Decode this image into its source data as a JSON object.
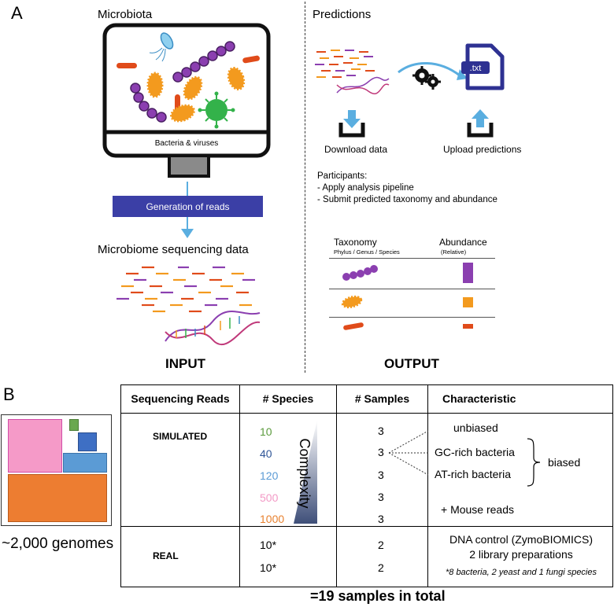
{
  "panel_a": {
    "letter": "A",
    "input": {
      "title": "Microbiota",
      "screen_caption": "Bacteria & viruses",
      "generation_label": "Generation of reads",
      "data_title": "Microbiome sequencing data",
      "footer": "INPUT"
    },
    "output": {
      "title": "Predictions",
      "file_ext": ".txt",
      "download_label": "Download data",
      "upload_label": "Upload predictions",
      "participants": [
        "Participants:",
        "- Apply analysis pipeline",
        "- Submit predicted taxonomy and abundance"
      ],
      "taxonomy_title": "Taxonomy",
      "taxonomy_sub": "Phylus / Genus / Species",
      "abundance_title": "Abundance",
      "abundance_sub": "(Relative)",
      "rows": [
        {
          "organism": "purple chain bacterium",
          "color": "#8b3fb0",
          "abundance": 1.0
        },
        {
          "organism": "orange spiky bacterium",
          "color": "#f39a1e",
          "abundance": 0.5
        },
        {
          "organism": "red rod bacterium",
          "color": "#e04b1a",
          "abundance": 0.25
        }
      ],
      "footer": "OUTPUT"
    }
  },
  "panel_b": {
    "letter": "B",
    "genomes_label": "~2,000 genomes",
    "treemap": [
      {
        "size": 10,
        "color": "#6aa84f"
      },
      {
        "size": 40,
        "color": "#3e6fc4"
      },
      {
        "size": 120,
        "color": "#5b9bd5"
      },
      {
        "size": 500,
        "color": "#f59ac8"
      },
      {
        "size": 1000,
        "color": "#ed7d31"
      }
    ],
    "table": {
      "headers": [
        "Sequencing Reads",
        "# Species",
        "# Samples",
        "Characteristic"
      ],
      "simulated": {
        "label": "SIMULATED",
        "species": [
          {
            "value": "10",
            "color": "#5a9a3c"
          },
          {
            "value": "40",
            "color": "#2f5597"
          },
          {
            "value": "120",
            "color": "#5b9bd5"
          },
          {
            "value": "500",
            "color": "#f39ac6"
          },
          {
            "value": "1000",
            "color": "#e8812f"
          }
        ],
        "complexity_label": "Complexity",
        "samples": [
          "3",
          "3",
          "3",
          "3",
          "3"
        ],
        "characteristics": {
          "unbiased": "unbiased",
          "gc": "GC-rich bacteria",
          "at": "AT-rich bacteria",
          "biased": "biased",
          "mouse": "+ Mouse reads"
        }
      },
      "real": {
        "label": "REAL",
        "species": [
          "10*",
          "10*"
        ],
        "samples": [
          "2",
          "2"
        ],
        "characteristic_lines": [
          "DNA control (ZymoBIOMICS)",
          "2 library preparations"
        ],
        "footnote": "*8 bacteria, 2 yeast and 1 fungi species"
      }
    },
    "total": "=19 samples in total"
  }
}
